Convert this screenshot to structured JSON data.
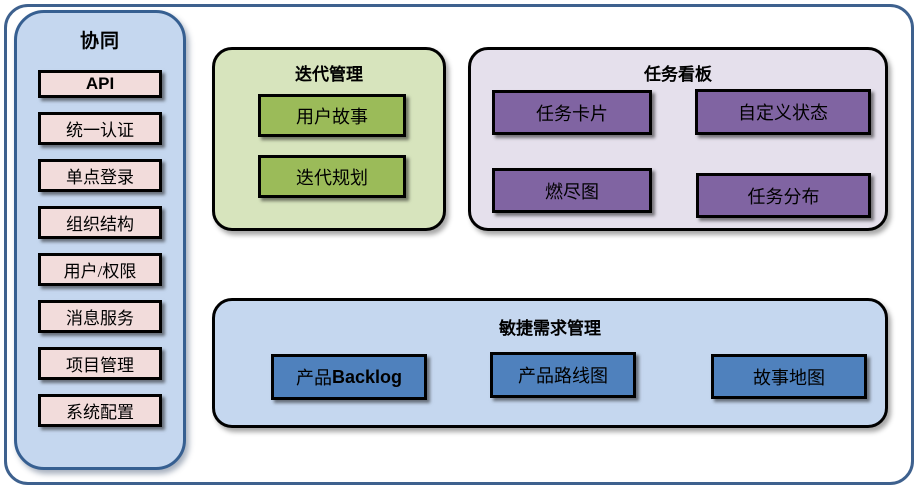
{
  "diagram": {
    "sidebar": {
      "title": "协同",
      "items": [
        "API",
        "统一认证",
        "单点登录",
        "组织结构",
        "用户/权限",
        "消息服务",
        "项目管理",
        "系统配置"
      ]
    },
    "groups": [
      {
        "title": "迭代管理",
        "items": [
          "用户故事",
          "迭代规划"
        ]
      },
      {
        "title": "任务看板",
        "items": [
          "任务卡片",
          "自定义状态",
          "燃尽图",
          "任务分布"
        ]
      },
      {
        "title": "敏捷需求管理",
        "items": [
          "产品Backlog",
          "产品路线图",
          "故事地图"
        ]
      }
    ]
  },
  "colors": {
    "frame_border": "#3E618E",
    "sidebar_fill": "#C5D7EF",
    "sidebar_border": "#365F91",
    "sidebar_item_fill": "#F2DCDB",
    "iteration_group_fill": "#D7E4BD",
    "iteration_item_fill": "#9BBB59",
    "taskboard_group_fill": "#E5E0EC",
    "taskboard_item_fill": "#8064A2",
    "requirements_group_fill": "#C5D7EF",
    "requirements_item_fill": "#4F81BD",
    "node_border": "#000000",
    "text": "#000000"
  }
}
